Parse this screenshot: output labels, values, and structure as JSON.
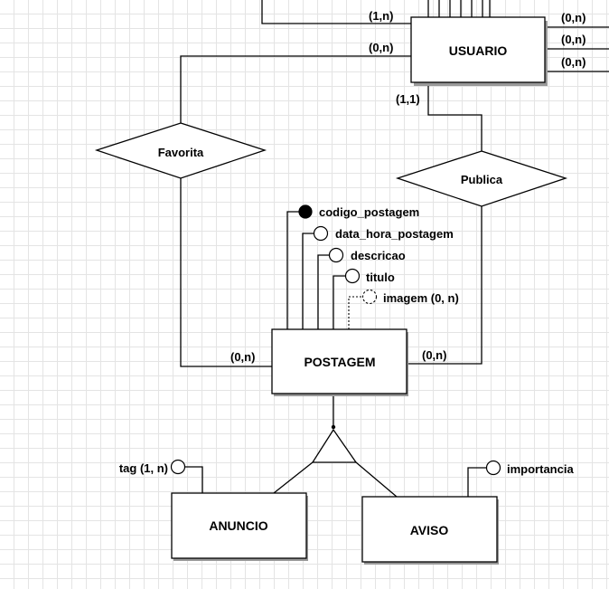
{
  "entities": {
    "usuario": "USUARIO",
    "postagem": "POSTAGEM",
    "anuncio": "ANUNCIO",
    "aviso": "AVISO"
  },
  "relationships": {
    "favorita": "Favorita",
    "publica": "Publica"
  },
  "attributes": {
    "codigo_postagem": "codigo_postagem",
    "data_hora_postagem": "data_hora_postagem",
    "descricao": "descricao",
    "titulo": "titulo",
    "imagem": "imagem (0, n)",
    "tag": "tag (1, n)",
    "importancia": "importancia"
  },
  "cardinalities": {
    "usuario_top_left": "(1,n)",
    "usuario_right_top": "(0,n)",
    "usuario_right_mid": "(0,n)",
    "usuario_right_bottom": "(0,n)",
    "usuario_favorita": "(0,n)",
    "usuario_publica": "(1,1)",
    "postagem_favorita": "(0,n)",
    "postagem_publica": "(0,n)"
  }
}
